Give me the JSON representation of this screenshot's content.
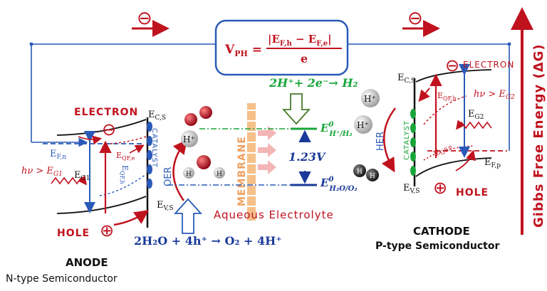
{
  "formula": {
    "lhs": "V",
    "lhs_sub": "PH",
    "numerator": "|E",
    "num_sub1": "F,h",
    "num_mid": " − E",
    "num_sub2": "F,e",
    "num_end": "|",
    "denominator": "e"
  },
  "anode": {
    "title": "ANODE",
    "subtitle": "N-type Semiconductor",
    "electron_label": "ELECTRON",
    "hole_label": "HOLE",
    "ec": "E",
    "ec_sub": "C,S",
    "ev": "E",
    "ev_sub": "V,S",
    "efn": "E",
    "efn_sub": "F,n",
    "eg": "E",
    "eg_sub": "G1",
    "eqfe": "E",
    "eqfe_sub": "QF,e",
    "eqfh": "E",
    "eqfh_sub": "QF,h",
    "photon": "hν > E",
    "photon_sub": "G1",
    "catalyst": "CATALYST",
    "oer": "OER"
  },
  "cathode": {
    "title": "CATHODE",
    "subtitle": "P-type Semiconductor",
    "electron_label": "ELECTRON",
    "hole_label": "HOLE",
    "ec": "E",
    "ec_sub": "C,S",
    "ev": "E",
    "ev_sub": "V,S",
    "efp": "E",
    "efp_sub": "F,p",
    "eg": "E",
    "eg_sub": "G2",
    "eqfh": "E",
    "eqfh_sub": "QF,h",
    "eqfn": "E",
    "eqfn_sub": "QF,n",
    "photon": "hν > E",
    "photon_sub": "G2",
    "catalyst": "CATALYST",
    "her": "HER"
  },
  "middle": {
    "membrane": "MEMBRANE",
    "electrolyte": "Aqueous Electrolyte",
    "her_reaction": "2H⁺+ 2e⁻→ H₂",
    "oer_reaction": "2H₂O + 4h⁺ → O₂ + 4H⁺",
    "e_h": "E",
    "e_h_sup": "0",
    "e_h_sub": "H⁺/H₂",
    "e_o": "E",
    "e_o_sup": "0",
    "e_o_sub": "H₂O/O₂",
    "potential": "1.23V",
    "hplus": "H⁺",
    "h": "H"
  },
  "axis": {
    "label": "Gibbs Free Energy (ΔG)"
  },
  "minus_sign": "⊖",
  "plus_sign": "⊕",
  "colors": {
    "red": "#c0121e",
    "blue": "#2a5ab8",
    "green": "#1aa53a",
    "orange": "#f0a060"
  }
}
